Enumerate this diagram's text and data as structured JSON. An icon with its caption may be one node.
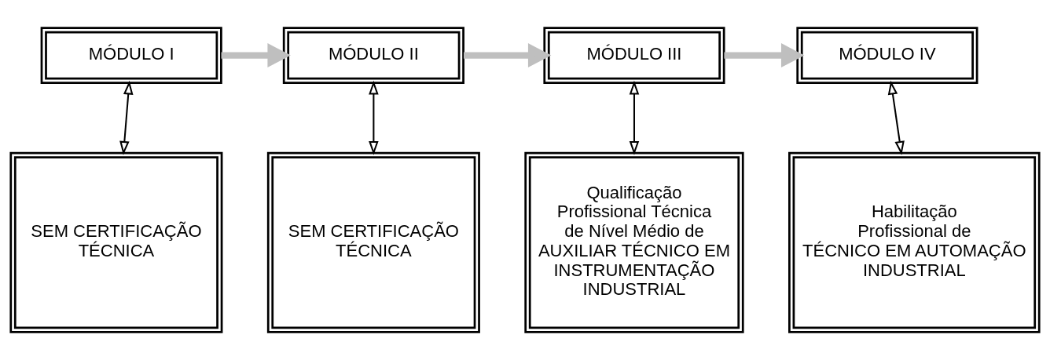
{
  "diagram": {
    "nodes": [
      {
        "text": [
          "MÓDULO I"
        ]
      },
      {
        "text": [
          "MÓDULO II"
        ]
      },
      {
        "text": [
          "MÓDULO III"
        ]
      },
      {
        "text": [
          "MÓDULO IV"
        ]
      },
      {
        "text": [
          "SEM CERTIFICAÇÃO TÉCNICA"
        ]
      },
      {
        "text": [
          "SEM CERTIFICAÇÃO TÉCNICA"
        ]
      },
      {
        "text": [
          "Qualificação Profissional Técnica de Nível Médio de AUXILIAR TÉCNICO EM INSTRUMENTAÇÃO INDUSTRIAL"
        ]
      },
      {
        "text": [
          "Habilitação Profissional de TÉCNICO EM AUTOMAÇÃO INDUSTRIAL"
        ]
      }
    ],
    "edges": [
      {
        "from": 0,
        "to": 1,
        "arrow": "to",
        "style": "thick",
        "color": "#bfbfbf"
      },
      {
        "from": 1,
        "to": 2,
        "arrow": "to",
        "style": "thick",
        "color": "#bfbfbf"
      },
      {
        "from": 2,
        "to": 3,
        "arrow": "to",
        "style": "thick",
        "color": "#bfbfbf"
      },
      {
        "from": 0,
        "to": 4,
        "arrow": "both"
      },
      {
        "from": 1,
        "to": 5,
        "arrow": "both"
      },
      {
        "from": 2,
        "to": 6,
        "arrow": "both"
      },
      {
        "from": 3,
        "to": 7,
        "arrow": "both"
      }
    ]
  }
}
